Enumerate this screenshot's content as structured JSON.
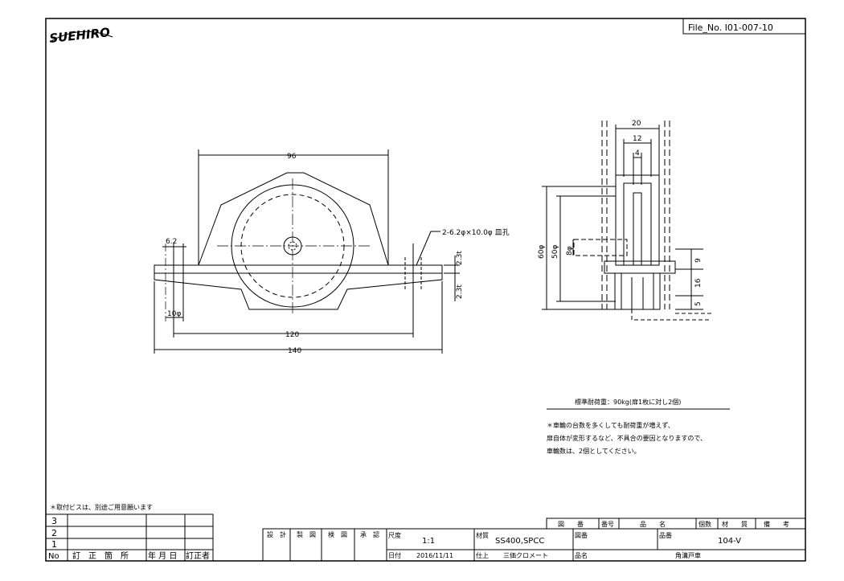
{
  "logo": {
    "text": "SUEHIRO"
  },
  "file_no": "File_No.  I01-007-10",
  "dimensions": {
    "front": {
      "width_top": "96",
      "hole_offset": "6.2",
      "hole_diameter": "10φ",
      "pitch": "120",
      "overall_width": "140",
      "hole_spec": "2-6.2φ×10.0φ 皿孔",
      "plate_thickness_top": "2.3t",
      "plate_thickness_bottom": "2.3t"
    },
    "side": {
      "width_outer": "20",
      "width_mid": "12",
      "width_inner": "4",
      "wheel_diameter": "60φ",
      "tread_diameter": "50φ",
      "axle_diameter": "8φ",
      "height_a": "9",
      "height_b": "16",
      "height_c": "5"
    }
  },
  "notes": {
    "load": "標準耐荷重：90kg(扉1枚に対し2個)",
    "lines": [
      "＊車輪の台数を多くしても耐荷重が増えず、",
      "扉自体が変形するなど、不具合の要因となりますので、",
      "車輪数は、2個としてください。"
    ]
  },
  "screw_note": "＊取付ビスは、別途ご用意願います",
  "revision_table": {
    "rows": [
      "3",
      "2",
      "1"
    ],
    "headers": [
      "No",
      "訂　正　箇　所",
      "年 月 日",
      "訂正者"
    ]
  },
  "title_block": {
    "approvals": [
      "設　計",
      "製　図",
      "検　図",
      "承　認"
    ],
    "scale_label": "尺度",
    "scale": "1:1",
    "date_label": "日付",
    "date": "2016/11/11",
    "material_label": "材質",
    "material": "SS400,SPCC",
    "finish_label": "仕上",
    "finish": "三価クロメート",
    "drawing_no_label": "図番",
    "product_name_label": "品名",
    "product_no_label": "品番",
    "product_no": "104-V",
    "product_name": "角溝戸車",
    "parts_header": [
      "図　　番",
      "番号",
      "品　　名",
      "個数",
      "材　　質",
      "備　　考"
    ]
  }
}
